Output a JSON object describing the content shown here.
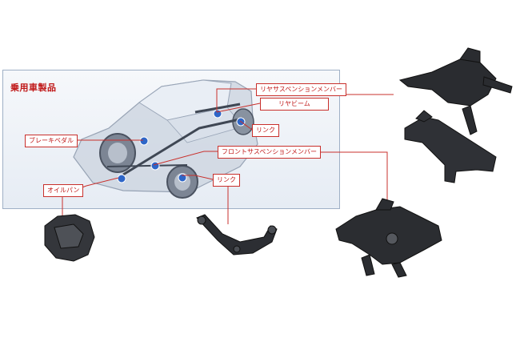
{
  "panel": {
    "title": "乗用車製品"
  },
  "labels": {
    "rear_suspension_member": "リヤサスペンションメンバー",
    "rear_beam": "リヤビーム",
    "link_upper": "リンク",
    "brake_pedal": "ブレーキペダル",
    "front_suspension_member": "フロントサスペンションメンバー",
    "link_lower": "リンク",
    "oil_pan": "オイルパン"
  },
  "colors": {
    "accent": "#c01818",
    "leader": "#c9302c",
    "marker": "#2e66c8",
    "part": "#2a2c30"
  }
}
